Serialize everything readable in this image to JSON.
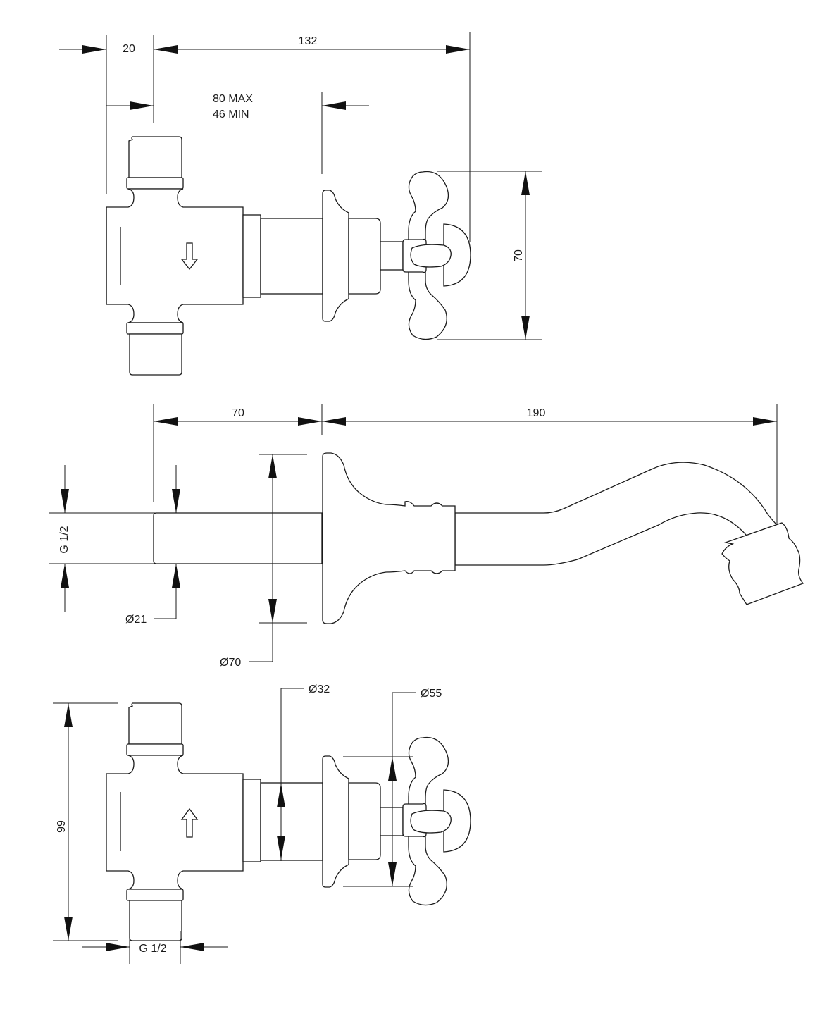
{
  "top_view": {
    "dim_inlet_offset": "20",
    "dim_total_depth": "132",
    "dim_wall_max": "80 MAX",
    "dim_wall_min": "46 MIN",
    "dim_handle_span": "70"
  },
  "side_view": {
    "dim_behind_wall": "70",
    "dim_spout_reach": "190",
    "dim_thread": "G 1/2",
    "dim_pipe_diameter": "Ø21",
    "dim_flange_diameter": "Ø70"
  },
  "bottom_view": {
    "dim_body_diameter": "Ø32",
    "dim_handle_diameter": "Ø55",
    "dim_body_height": "99",
    "dim_thread": "G 1/2"
  }
}
